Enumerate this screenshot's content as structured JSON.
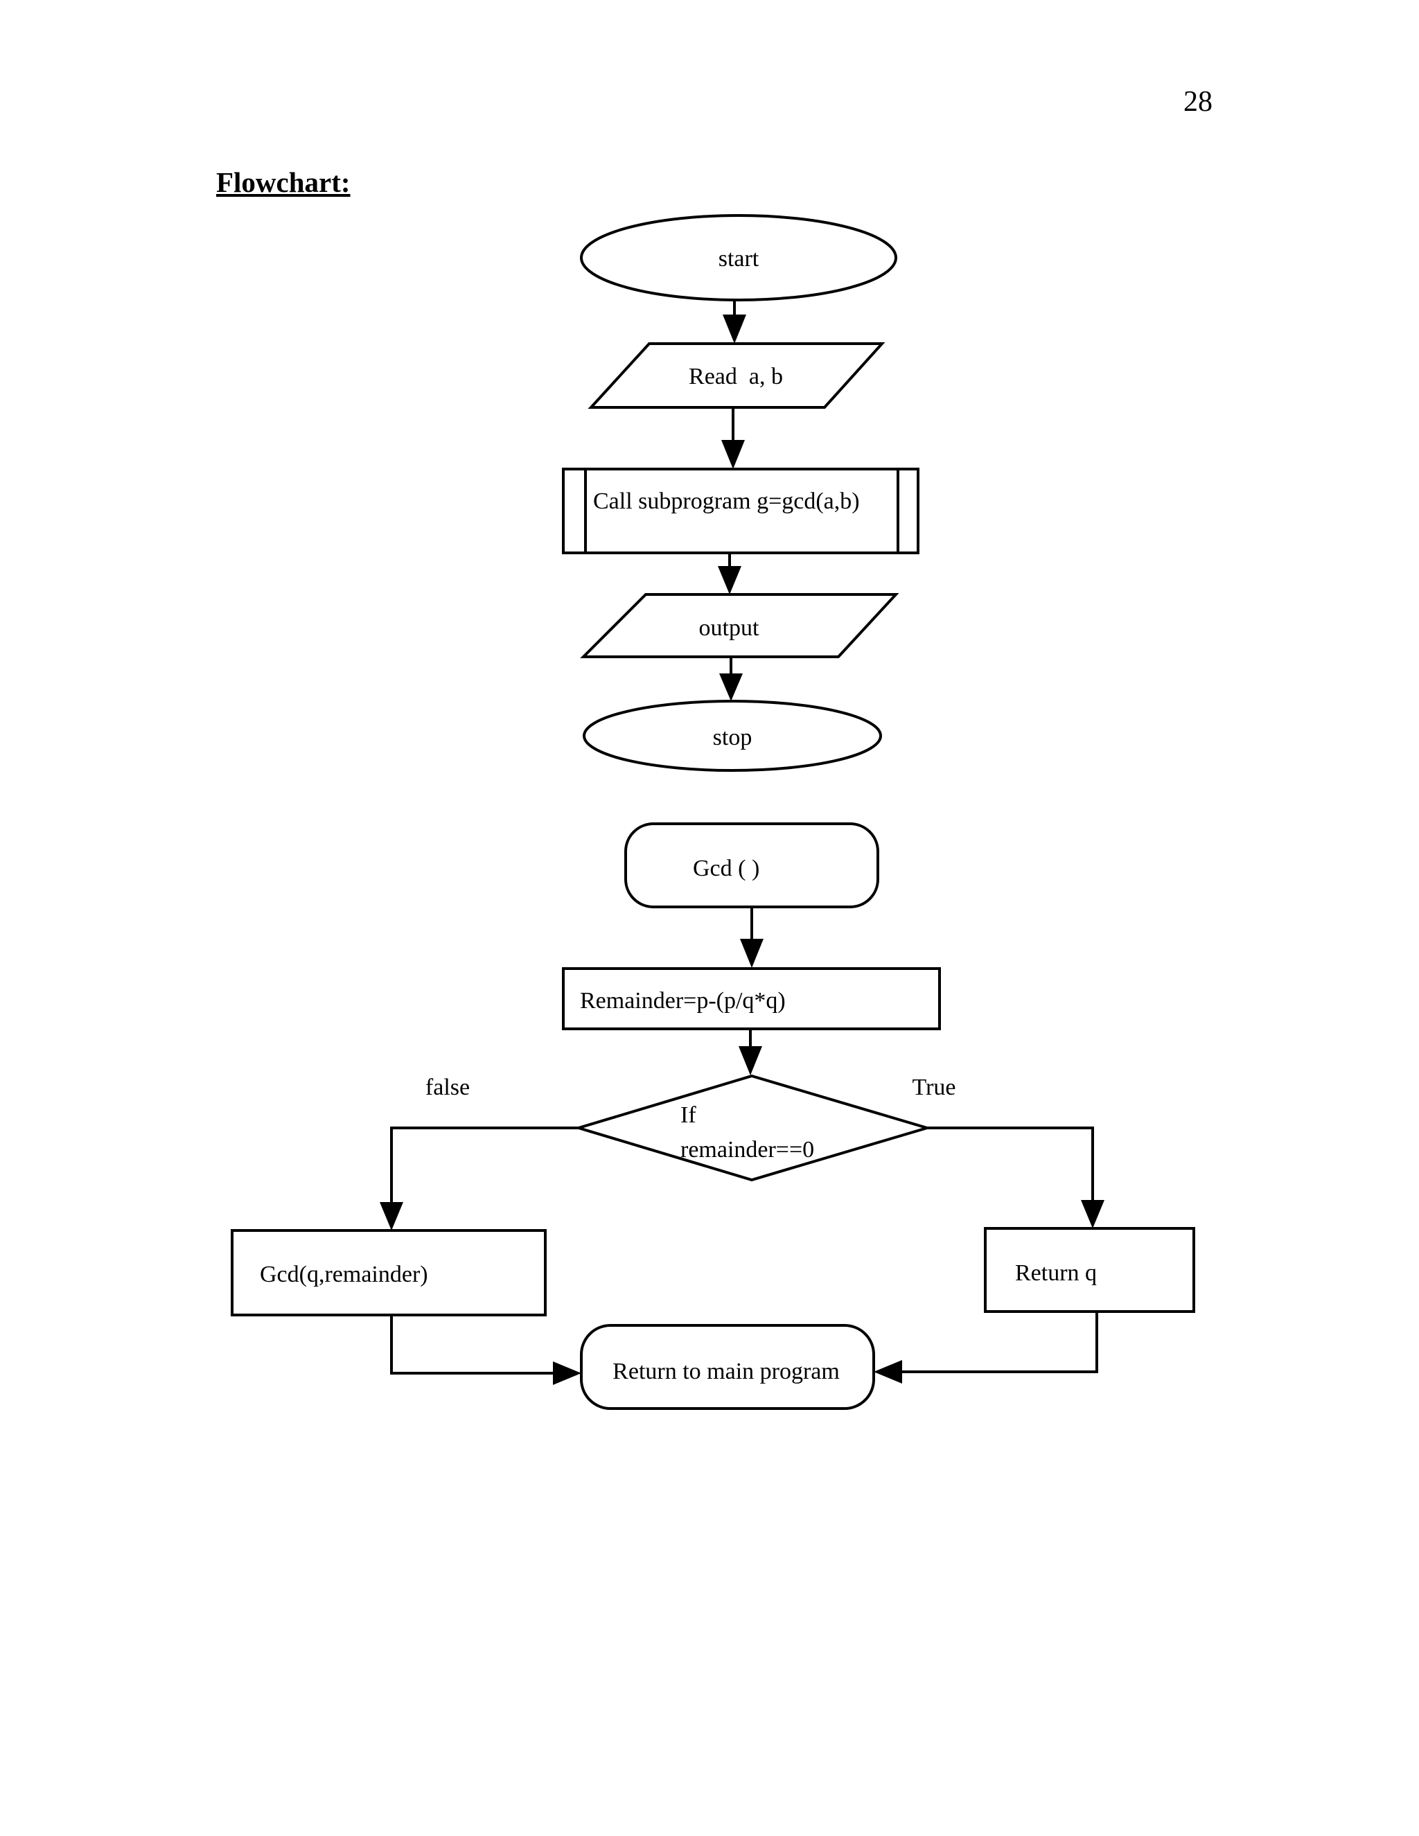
{
  "page": {
    "number": "28",
    "heading": "Flowchart:"
  },
  "main_flow": {
    "start_label": "start",
    "read_label": "Read  a, b",
    "call_label": "Call subprogram g=gcd(a,b)",
    "output_label": "output",
    "stop_label": "stop"
  },
  "subprogram": {
    "entry_label": "Gcd ( )",
    "process_label": "Remainder=p-(p/q*q)",
    "decision_line1": "If",
    "decision_line2": "remainder==0",
    "false_label": "false",
    "true_label": "True",
    "false_branch_label": "Gcd(q,remainder)",
    "true_branch_label": "Return q",
    "return_label": "Return to main program"
  }
}
